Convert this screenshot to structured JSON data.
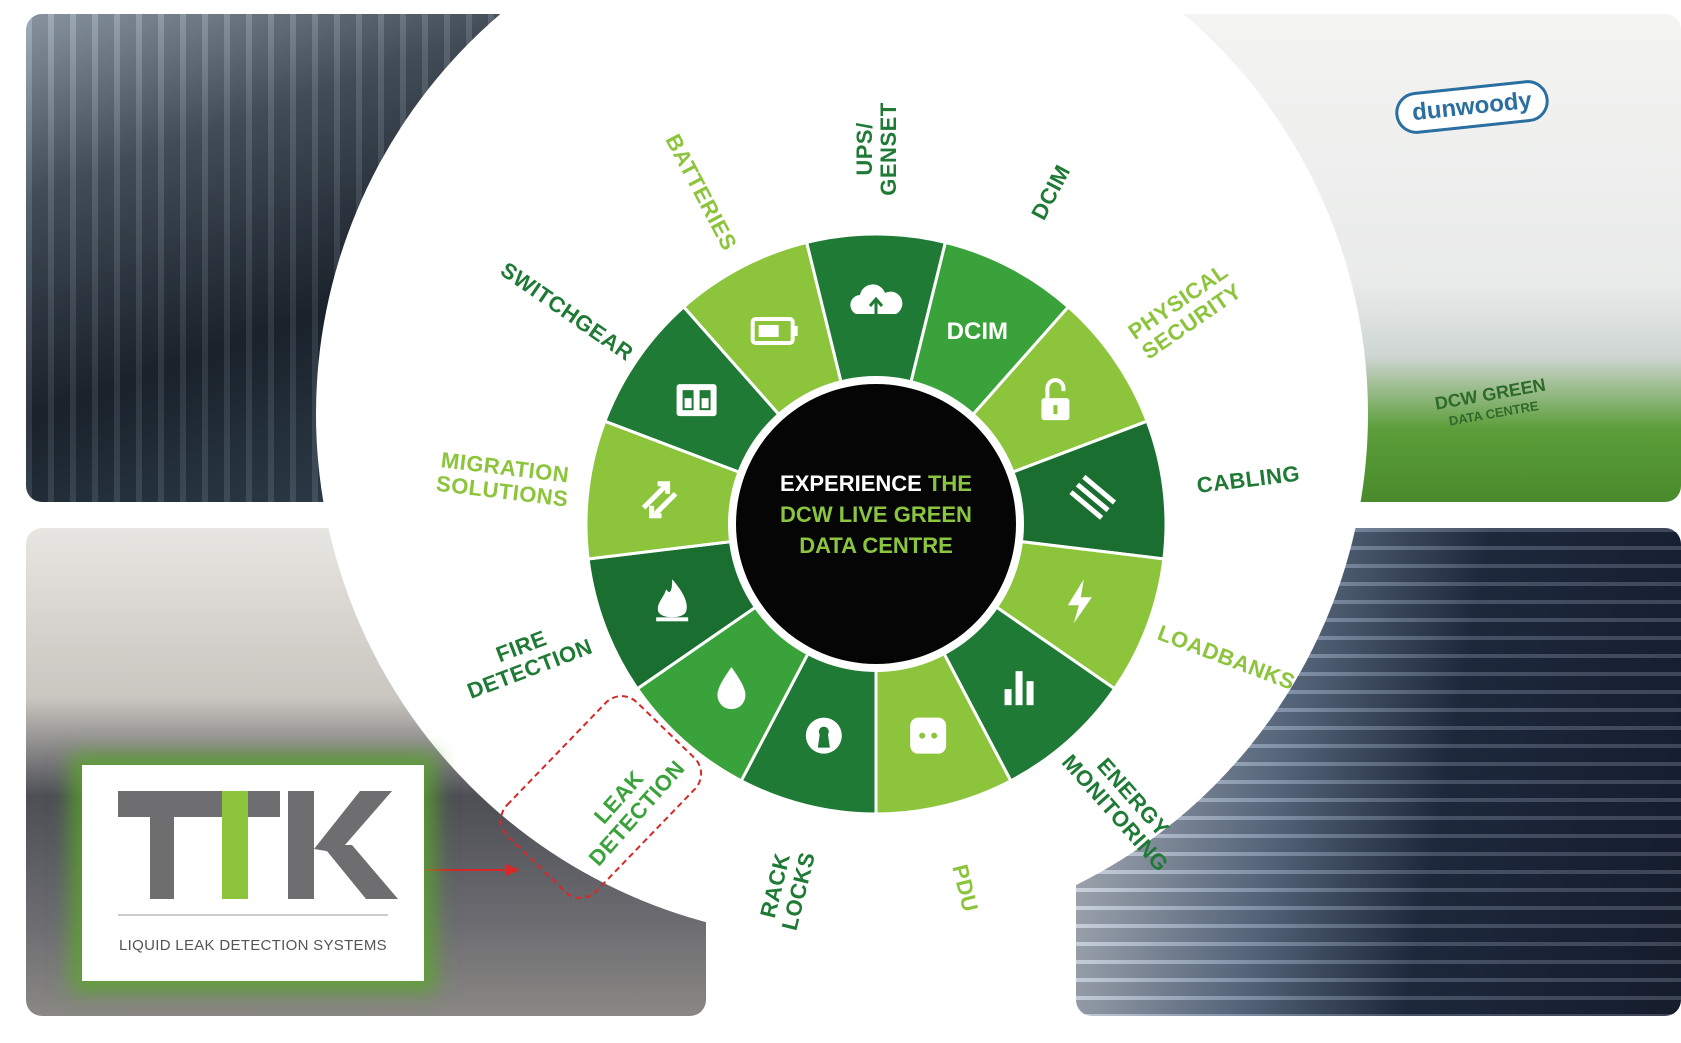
{
  "center": {
    "line1a": "EXPERIENCE",
    "line1b": "THE",
    "line2": "DCW LIVE GREEN",
    "line3": "DATA CENTRE"
  },
  "segments": [
    {
      "label": "UPS/ GENSET",
      "line1": "UPS/",
      "line2": "GENSET",
      "icon": "cloud-upload-icon",
      "color": "#1e7a34"
    },
    {
      "label": "DCIM",
      "line1": "DCIM",
      "line2": "",
      "icon": "dcim-text-icon",
      "icon_text": "DCIM",
      "color": "#3aa23a"
    },
    {
      "label": "PHYSICAL SECURITY",
      "line1": "PHYSICAL",
      "line2": "SECURITY",
      "icon": "padlock-icon",
      "color": "#8cc43c"
    },
    {
      "label": "CABLING",
      "line1": "CABLING",
      "line2": "",
      "icon": "cable-lines-icon",
      "color": "#1a6e30"
    },
    {
      "label": "LOADBANKS",
      "line1": "LOADBANKS",
      "line2": "",
      "icon": "lightning-icon",
      "color": "#8cc43c"
    },
    {
      "label": "ENERGY MONITORING",
      "line1": "ENERGY",
      "line2": "MONITORING",
      "icon": "bar-chart-icon",
      "color": "#1e7a34"
    },
    {
      "label": "PDU",
      "line1": "PDU",
      "line2": "",
      "icon": "power-socket-icon",
      "color": "#8cc43c"
    },
    {
      "label": "RACK LOCKS",
      "line1": "RACK",
      "line2": "LOCKS",
      "icon": "keyhole-icon",
      "color": "#1e7a34"
    },
    {
      "label": "LEAK DETECTION",
      "line1": "LEAK",
      "line2": "DETECTION",
      "icon": "water-drop-icon",
      "color": "#3aa23a"
    },
    {
      "label": "FIRE DETECTION",
      "line1": "FIRE",
      "line2": "DETECTION",
      "icon": "flame-icon",
      "color": "#1a6e30"
    },
    {
      "label": "MIGRATION SOLUTIONS",
      "line1": "MIGRATION",
      "line2": "SOLUTIONS",
      "icon": "migration-arrows-icon",
      "color": "#8cc43c"
    },
    {
      "label": "SWITCHGEAR",
      "line1": "SWITCHGEAR",
      "line2": "",
      "icon": "switch-icon",
      "color": "#1e7a34"
    },
    {
      "label": "BATTERIES",
      "line1": "BATTERIES",
      "line2": "",
      "icon": "battery-icon",
      "color": "#8cc43c"
    }
  ],
  "label_colors": {
    "dark": "#1e7a34",
    "light": "#8cc43c",
    "highlight": "#3aa23a"
  },
  "highlight": {
    "segment": "LEAK DETECTION",
    "border_color": "#d62828"
  },
  "ttk": {
    "logo_text": "TTK",
    "tagline": "LIQUID LEAK DETECTION SYSTEMS",
    "grey": "#6e6e70",
    "green": "#8cc43c"
  },
  "booth": {
    "logo": "dunwoody",
    "sign_line1": "DCW GREEN",
    "sign_line2": "DATA CENTRE"
  }
}
